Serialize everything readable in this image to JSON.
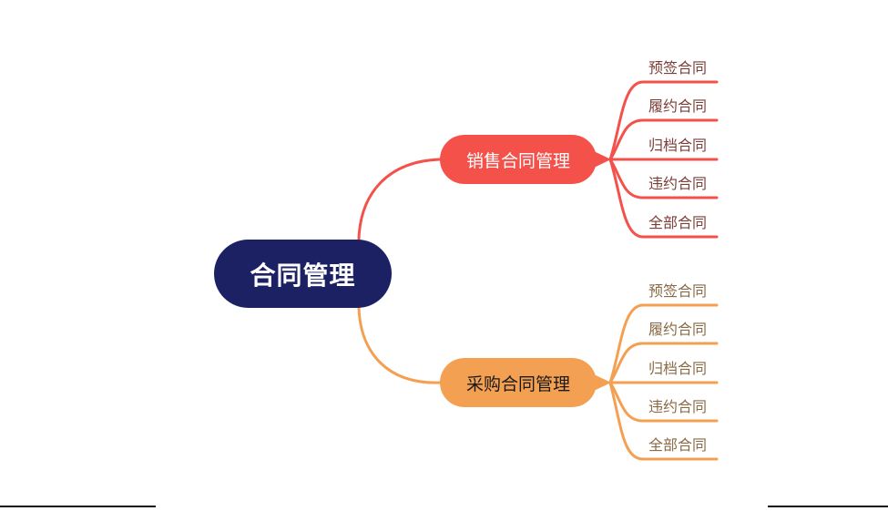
{
  "theme": {
    "background": "#ffffff",
    "root_fill": "#1c2163",
    "root_text": "#ffffff",
    "sales_fill": "#f4514b",
    "sales_text": "#ffffff",
    "sales_leaf_text": "#7d3d37",
    "purchase_fill": "#f4a053",
    "purchase_text": "#1a1a1a",
    "purchase_leaf_text": "#8a6a45",
    "edge_black": "#111111"
  },
  "mindmap": {
    "root": {
      "label": "合同管理"
    },
    "branches": [
      {
        "label": "销售合同管理",
        "children": [
          "预签合同",
          "履约合同",
          "归档合同",
          "违约合同",
          "全部合同"
        ]
      },
      {
        "label": "采购合同管理",
        "children": [
          "预签合同",
          "履约合同",
          "归档合同",
          "违约合同",
          "全部合同"
        ]
      }
    ]
  }
}
